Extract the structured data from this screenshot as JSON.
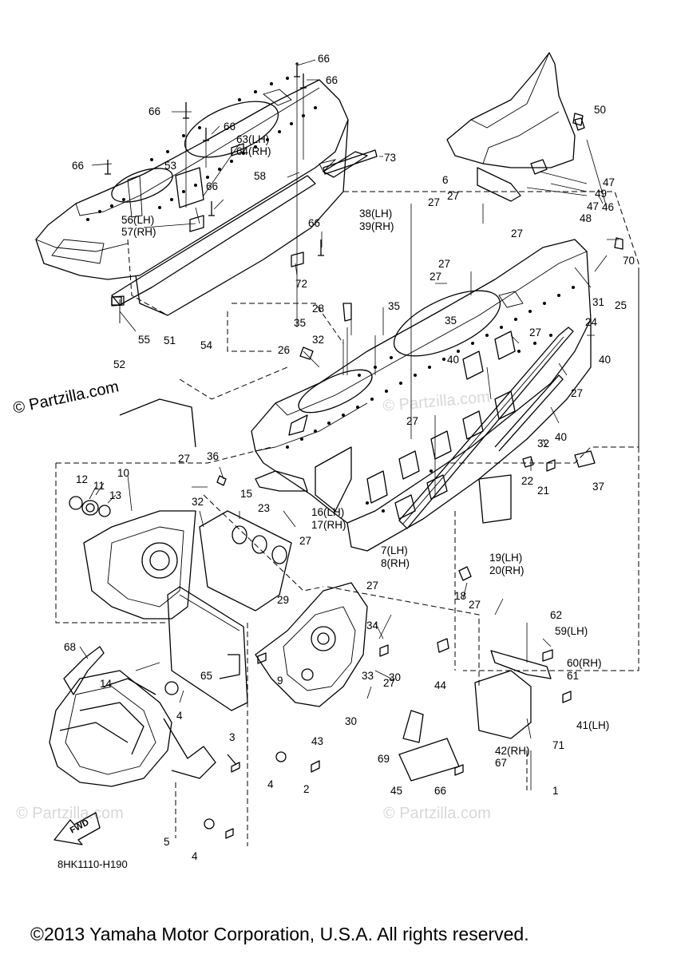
{
  "callouts": [
    "66",
    "66",
    "66",
    "66",
    "66",
    "66",
    "66",
    "63(LH)",
    "64(RH)",
    "73",
    "53",
    "58",
    "56(LH)",
    "57(RH)",
    "72",
    "55",
    "6",
    "27",
    "38(LH)",
    "39(RH)",
    "27",
    "27",
    "27",
    "27",
    "31",
    "25",
    "70",
    "50",
    "47",
    "49",
    "47",
    "48",
    "46",
    "28",
    "35",
    "35",
    "35",
    "54",
    "32",
    "26",
    "24",
    "40",
    "40",
    "27",
    "27",
    "40",
    "27",
    "32",
    "22",
    "21",
    "37",
    "51",
    "52",
    "10",
    "12",
    "11",
    "13",
    "27",
    "36",
    "15",
    "32",
    "23",
    "16(LH)",
    "17(RH)",
    "27",
    "7(LH)",
    "8(RH)",
    "19(LH)",
    "20(RH)",
    "18",
    "27",
    "27",
    "29",
    "34",
    "30",
    "9",
    "33",
    "27",
    "30",
    "43",
    "44",
    "69",
    "45",
    "66",
    "62",
    "59(LH)",
    "60(RH)",
    "61",
    "41(LH)",
    "42(RH)",
    "67",
    "71",
    "1",
    "68",
    "14",
    "65",
    "4",
    "3",
    "4",
    "2",
    "5",
    "4"
  ],
  "watermark": "© Partzilla.com",
  "faint_watermark": "© Partzilla.com",
  "fwd_label": "FWD",
  "diagram_code": "8HK1110-H190",
  "copyright": "©2013 Yamaha Motor Corporation, U.S.A. All rights reserved."
}
